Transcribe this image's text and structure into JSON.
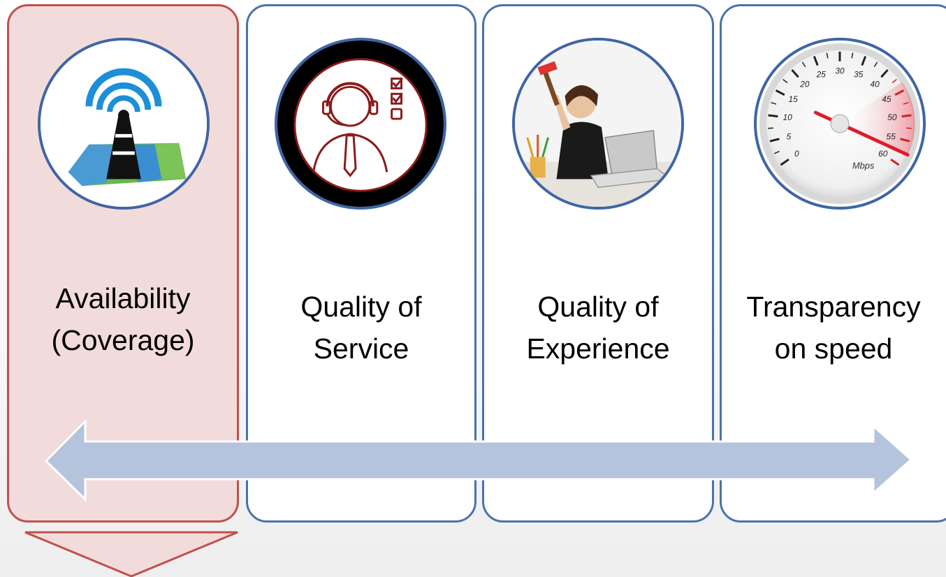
{
  "colors": {
    "panel_border": "#4a72aa",
    "active_panel_fill": "#f2dcdb",
    "active_panel_border": "#c0504d",
    "arrow_fill": "#b4c4dd",
    "down_arrow_fill": "#f2dcdb"
  },
  "panels": [
    {
      "icon": "cell-tower-map-icon",
      "active": true,
      "label_lines": [
        "Availability",
        "(Coverage)"
      ]
    },
    {
      "icon": "support-agent-checklist-icon",
      "active": false,
      "label_lines": [
        "Quality of",
        "Service"
      ]
    },
    {
      "icon": "frustrated-user-laptop-icon",
      "active": false,
      "label_lines": [
        "Quality of",
        "Experience"
      ]
    },
    {
      "icon": "speedometer-icon",
      "active": false,
      "label_lines": [
        "Transparency",
        "on speed"
      ],
      "gauge": {
        "ticks": [
          "0",
          "5",
          "10",
          "15",
          "20",
          "25",
          "30",
          "35",
          "40",
          "45",
          "50",
          "55",
          "60"
        ],
        "unit": "Mbps"
      }
    }
  ],
  "connector": {
    "type": "double-headed-arrow"
  },
  "selection_indicator": {
    "type": "down-arrow"
  }
}
